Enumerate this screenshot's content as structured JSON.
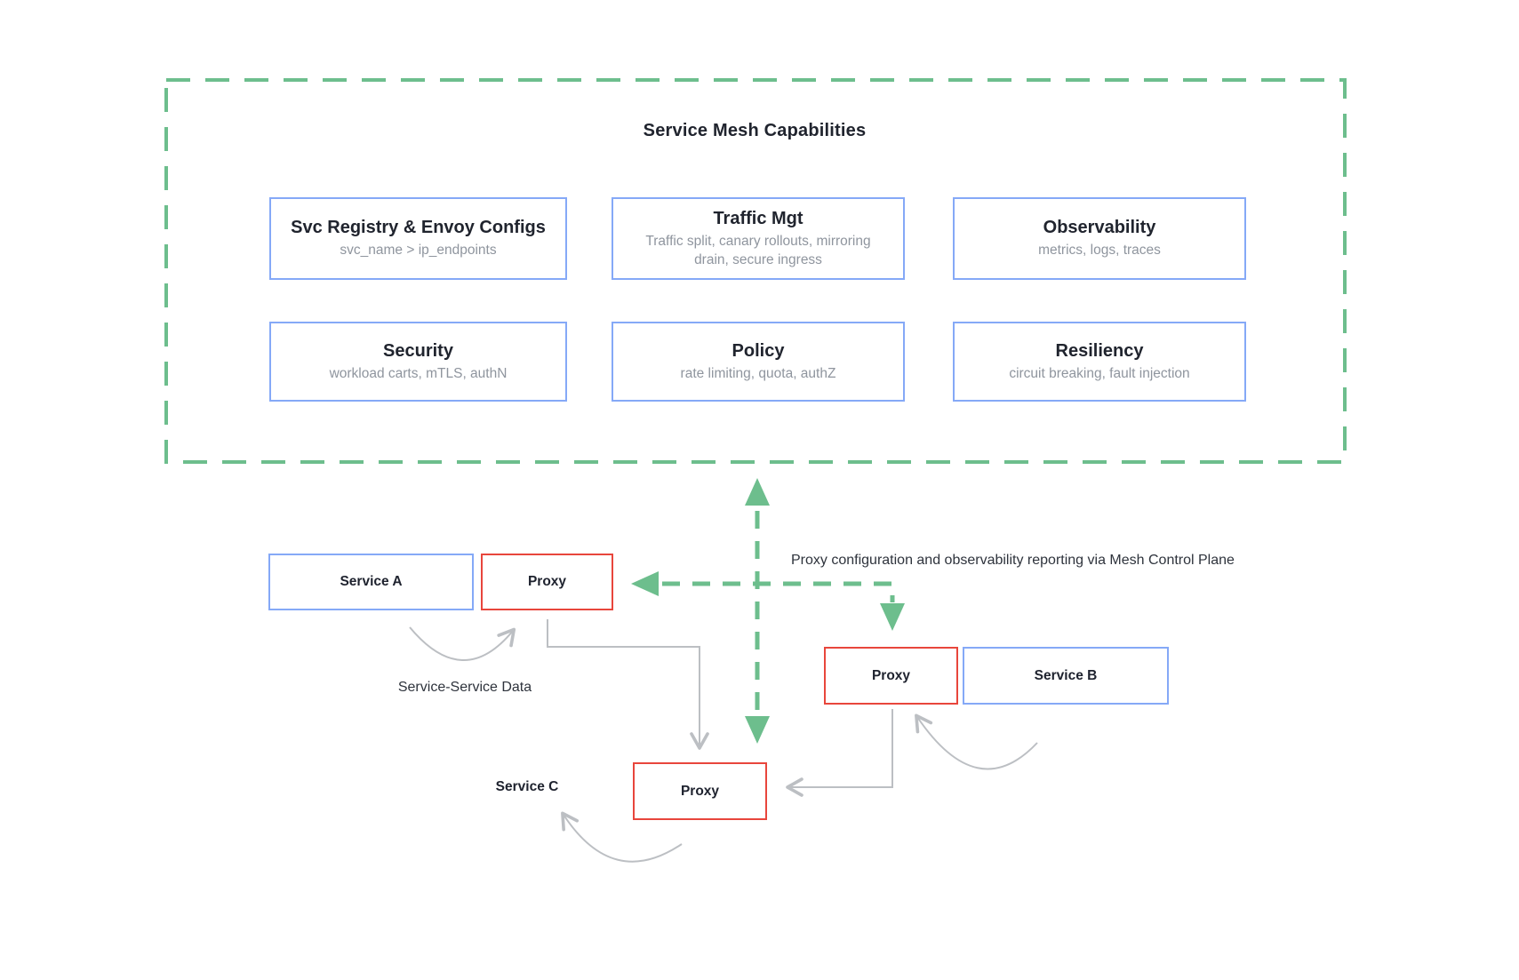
{
  "colors": {
    "mesh_green": "#6dbe8d",
    "service_blue": "#85a9f7",
    "proxy_red": "#e8463c",
    "arrow_gray": "#bcbfc3",
    "title_dark": "#20242e",
    "subtitle_gray": "#8f959e"
  },
  "mesh": {
    "title": "Service Mesh Capabilities",
    "capabilities": [
      {
        "title": "Svc Registry & Envoy Configs",
        "subtitle": "svc_name > ip_endpoints"
      },
      {
        "title": "Traffic Mgt",
        "subtitle": "Traffic split, canary rollouts, mirroring drain, secure ingress"
      },
      {
        "title": "Observability",
        "subtitle": "metrics, logs, traces"
      },
      {
        "title": "Security",
        "subtitle": "workload carts, mTLS, authN"
      },
      {
        "title": "Policy",
        "subtitle": "rate limiting, quota, authZ"
      },
      {
        "title": "Resiliency",
        "subtitle": "circuit breaking, fault injection"
      }
    ]
  },
  "services": {
    "service_a": "Service A",
    "service_b": "Service B",
    "service_c": "Service C",
    "proxy_label": "Proxy"
  },
  "annotations": {
    "control_plane_note": "Proxy configuration and observability reporting via Mesh Control Plane",
    "service_data_label": "Service-Service Data"
  }
}
